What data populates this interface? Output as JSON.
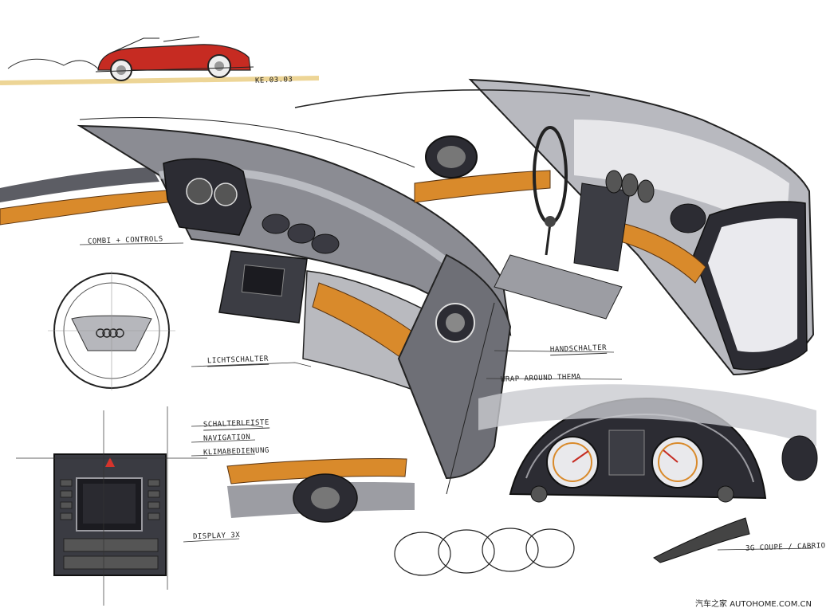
{
  "annotations": {
    "date_mark": "KE.03.03",
    "combi_label": "COMBI + CONTROLS",
    "light_switch": "LICHTSCHALTER",
    "hand_switch": "HANDSCHALTER",
    "wrap_theme": "WRAP AROUND THEMA",
    "switch_strip": "SCHALTERLEISTE",
    "navigation": "NAVIGATION",
    "climate": "KLIMABEDIENUNG",
    "display": "DISPLAY 3X",
    "coupe_cabrio": "3G COUPE / CABRIO"
  },
  "watermark": "汽车之家 AUTOHOME.COM.CN",
  "colors": {
    "car_red": "#c62b22",
    "wood_orange": "#d98a2b",
    "dash_gray": "#6e6f76",
    "dash_dark": "#2c2c33",
    "dash_light": "#c9cacf",
    "ink": "#1a1a1a"
  }
}
